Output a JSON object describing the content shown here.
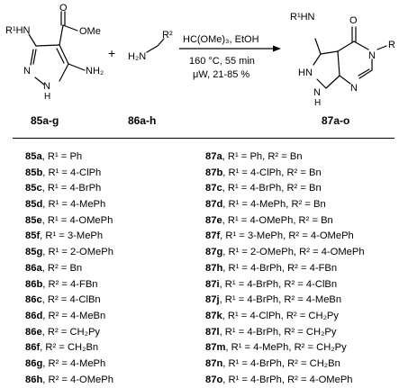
{
  "reactant_a": {
    "substituent": "R¹HN",
    "ester": "OMe",
    "carbonyl_o": "O",
    "n1": "N",
    "n2": "N",
    "h": "H",
    "amine": "NH₂",
    "label": "85a-g"
  },
  "plus": "+",
  "reactant_b": {
    "h2n": "H₂N",
    "r2": "R²",
    "label": "86a-h"
  },
  "conditions": {
    "line1": "HC(OMe)₃, EtOH",
    "line2": "160 °C, 55 min",
    "line3": "μW, 21-85 %"
  },
  "product": {
    "substituent": "R¹HN",
    "carbonyl_o": "O",
    "n_r": "N",
    "r": "R",
    "hn": "HN",
    "nh": "N",
    "h": "H",
    "n_ring": "N",
    "label": "87a-o"
  },
  "compounds_left": [
    {
      "id": "85a",
      "desc": ", R¹ = Ph"
    },
    {
      "id": "85b",
      "desc": ", R¹ = 4-ClPh"
    },
    {
      "id": "85c",
      "desc": ", R¹ = 4-BrPh"
    },
    {
      "id": "85d",
      "desc": ", R¹ = 4-MePh"
    },
    {
      "id": "85e",
      "desc": ", R¹ = 4-OMePh"
    },
    {
      "id": "85f",
      "desc": ", R¹ = 3-MePh"
    },
    {
      "id": "85g",
      "desc": ", R¹ = 2-OMePh"
    },
    {
      "id": "86a",
      "desc": ", R² = Bn"
    },
    {
      "id": "86b",
      "desc": ", R² = 4-FBn"
    },
    {
      "id": "86c",
      "desc": ", R² = 4-ClBn"
    },
    {
      "id": "86d",
      "desc": ", R² = 4-MeBn"
    },
    {
      "id": "86e",
      "desc": ", R² = CH₂Py"
    },
    {
      "id": "86f",
      "desc": ", R² = CH₂Bn"
    },
    {
      "id": "86g",
      "desc": ", R² = 4-MePh"
    },
    {
      "id": "86h",
      "desc": ", R² = 4-OMePh"
    }
  ],
  "compounds_right": [
    {
      "id": "87a",
      "desc": ", R¹ = Ph, R² = Bn"
    },
    {
      "id": "87b",
      "desc": ", R¹ = 4-ClPh, R² = Bn"
    },
    {
      "id": "87c",
      "desc": ", R¹ = 4-BrPh, R² = Bn"
    },
    {
      "id": "87d",
      "desc": ", R¹ = 4-MePh, R² = Bn"
    },
    {
      "id": "87e",
      "desc": ", R¹ = 4-OMePh, R² = Bn"
    },
    {
      "id": "87f",
      "desc": ", R¹ = 3-MePh, R² = 4-OMePh"
    },
    {
      "id": "87g",
      "desc": ", R¹ = 2-OMePh, R² = 4-OMePh"
    },
    {
      "id": "87h",
      "desc": ", R¹ = 4-BrPh, R² = 4-FBn"
    },
    {
      "id": "87i",
      "desc": ", R¹ = 4-BrPh, R² = 4-ClBn"
    },
    {
      "id": "87j",
      "desc": ", R¹ = 4-BrPh, R² = 4-MeBn"
    },
    {
      "id": "87k",
      "desc": ", R¹ = 4-ClPh, R² = CH₂Py"
    },
    {
      "id": "87l",
      "desc": ", R¹ = 4-BrPh, R² = CH₂Py"
    },
    {
      "id": "87m",
      "desc": ", R¹ = 4-MePh, R² = CH₂Py"
    },
    {
      "id": "87n",
      "desc": ", R¹ = 4-BrPh, R² = CH₂Bn"
    },
    {
      "id": "87o",
      "desc": ", R¹ = 4-BrPh, R² = 4-OMePh"
    }
  ]
}
